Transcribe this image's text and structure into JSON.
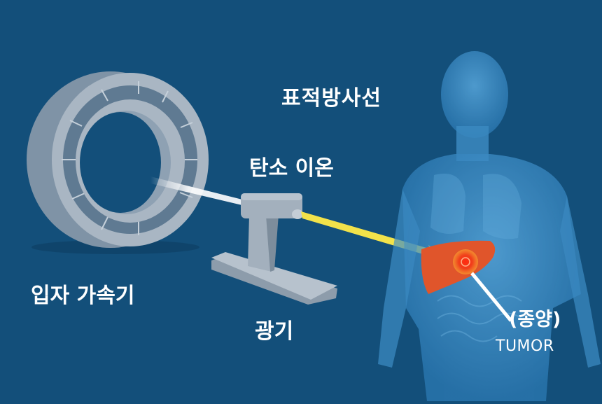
{
  "diagram": {
    "title": "Carbon ion targeted radiation therapy illustration",
    "background_color": "#134f7a",
    "labels": {
      "targeted_radiation": "표적방사선",
      "carbon_ion": "탄소 이온",
      "particle_accelerator": "입자 가속기",
      "nozzle": "광기",
      "tumor_ko": "(종양)",
      "tumor_en": "TUMOR"
    },
    "components": {
      "accelerator": {
        "shape": "ring",
        "color": "#9aa9b8",
        "inner_color": "#5f7a92"
      },
      "nozzle_device": {
        "color": "#a3b0bd"
      },
      "beam_white": {
        "color": "#e8eef4"
      },
      "beam_yellow": {
        "color": "#f2e24a"
      },
      "body": {
        "color": "#3f8fc8"
      },
      "liver": {
        "color": "#e0552b"
      },
      "tumor": {
        "color": "#ff2a10"
      }
    }
  }
}
